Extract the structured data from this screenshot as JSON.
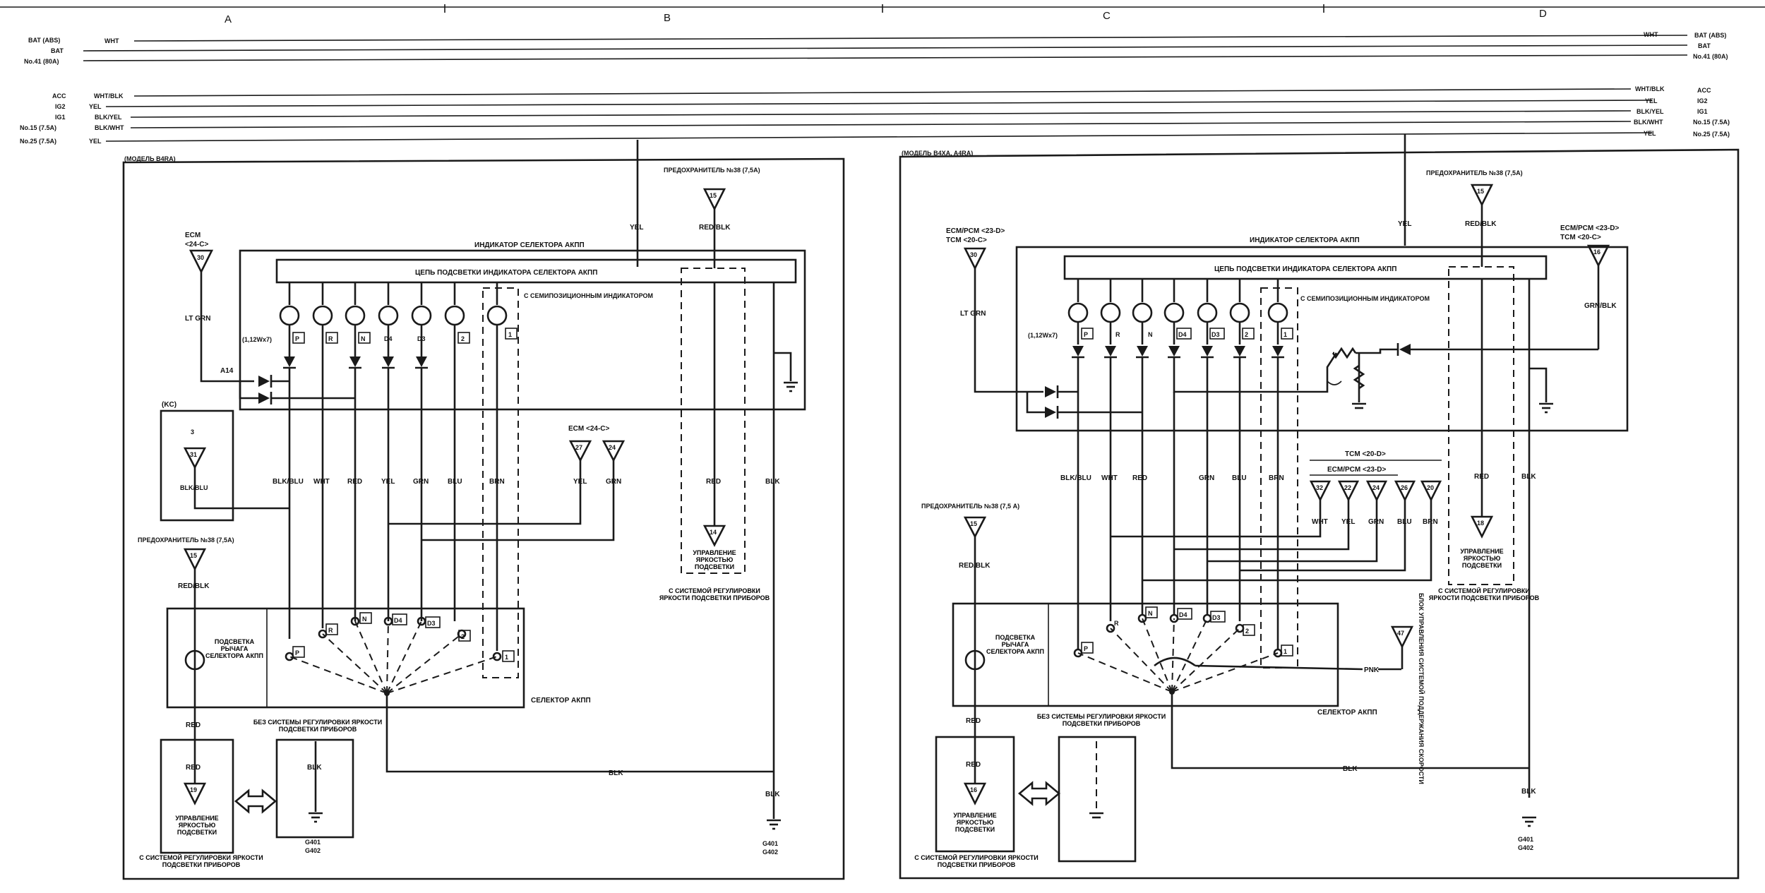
{
  "grid": {
    "columns": [
      "A",
      "B",
      "C",
      "D"
    ]
  },
  "supply_left": [
    {
      "name": "BAT (ABS)",
      "wire": "WHT"
    },
    {
      "name": "BAT",
      "wire": ""
    },
    {
      "name": "No.41 (80A)",
      "wire": ""
    },
    {
      "name": "ACC",
      "wire": "WHT/BLK"
    },
    {
      "name": "IG2",
      "wire": "YEL"
    },
    {
      "name": "IG1",
      "wire": "BLK/YEL"
    },
    {
      "name": "No.15 (7.5A)",
      "wire": "BLK/WHT"
    },
    {
      "name": "No.25 (7.5A)",
      "wire": "YEL"
    }
  ],
  "supply_right": [
    {
      "name": "BAT (ABS)",
      "wire": "WHT"
    },
    {
      "name": "BAT",
      "wire": ""
    },
    {
      "name": "No.41 (80A)",
      "wire": ""
    },
    {
      "name": "ACC",
      "wire": "WHT/BLK"
    },
    {
      "name": "IG2",
      "wire": "YEL"
    },
    {
      "name": "IG1",
      "wire": "BLK/YEL"
    },
    {
      "name": "No.15 (7.5A)",
      "wire": "BLK/WHT"
    },
    {
      "name": "No.25 (7.5A)",
      "wire": "YEL"
    }
  ],
  "left": {
    "model": "(МОДЕЛЬ B4RA)",
    "indicator_title": "ИНДИКАТОР СЕЛЕКТОРА АКПП",
    "illum_circuit": "ЦЕПЬ ПОДСВЕТКИ ИНДИКАТОРА СЕЛЕКТОРА АКПП",
    "seven_pos": "С СЕМИПОЗИЦИОННЫМ ИНДИКАТОРОМ",
    "bulb_rating": "(1,12Wx7)",
    "gears": [
      "P",
      "R",
      "N",
      "D4",
      "D3",
      "2",
      "1"
    ],
    "ecm_top": "ECM",
    "ecm_top_pin": "<24-C>",
    "ecm_top_term": "30",
    "lt_grn": "LT GRN",
    "a14": "A14",
    "kc": "(KC)",
    "kc_term_num": "3",
    "kc_term": "31",
    "kc_wire": "BLK/BLU",
    "wires_mid": [
      "BLK/BLU",
      "WHT",
      "RED",
      "YEL",
      "GRN",
      "BLU",
      "BRN"
    ],
    "ecm_mid": "ECM <24-C>",
    "ecm_mid_terms": [
      "27",
      "24"
    ],
    "ecm_mid_wires": [
      "YEL",
      "GRN"
    ],
    "fuse_top": "ПРЕДОХРАНИТЕЛЬ №38 (7,5A)",
    "fuse_top_term": "15",
    "fuse_top_wire": "RED/BLK",
    "yel": "YEL",
    "red": "RED",
    "blk": "BLK",
    "dimmer_term": "14",
    "dimmer": "УПРАВЛЕНИЕ ЯРКОСТЬЮ ПОДСВЕТКИ",
    "with_dimmer": "С СИСТЕМОЙ РЕГУЛИРОВКИ ЯРКОСТИ ПОДСВЕТКИ ПРИБОРОВ",
    "fuse_low": "ПРЕДОХРАНИТЕЛЬ №38 (7,5A)",
    "fuse_low_term": "15",
    "fuse_low_wire": "RED/BLK",
    "lever_illum": "ПОДСВЕТКА РЫЧАГА СЕЛЕКТОРА АКПП",
    "selector": "СЕЛЕКТОР АКПП",
    "sel_gears": [
      "P",
      "R",
      "N",
      "D4",
      "D3",
      "2",
      "1"
    ],
    "red_wire": "RED",
    "red_wire2": "RED",
    "dimmer2_term": "19",
    "dimmer2": "УПРАВЛЕНИЕ ЯРКОСТЬЮ ПОДСВЕТКИ",
    "with_dimmer2": "С СИСТЕМОЙ РЕГУЛИРОВКИ ЯРКОСТИ ПОДСВЕТКИ ПРИБОРОВ",
    "no_dimmer": "БЕЗ СИСТЕМЫ РЕГУЛИРОВКИ ЯРКОСТИ ПОДСВЕТКИ ПРИБОРОВ",
    "blk2": "BLK",
    "blk3": "BLK",
    "gnd": [
      "G401",
      "G402"
    ],
    "gnd2": [
      "G401",
      "G402"
    ],
    "blk_main": "BLK"
  },
  "right": {
    "model": "(МОДЕЛЬ B4XA, A4RA)",
    "indicator_title": "ИНДИКАТОР СЕЛЕКТОРА АКПП",
    "illum_circuit": "ЦЕПЬ ПОДСВЕТКИ ИНДИКАТОРА СЕЛЕКТОРА АКПП",
    "seven_pos": "С СЕМИПОЗИЦИОННЫМ ИНДИКАТОРОМ",
    "bulb_rating": "(1,12Wx7)",
    "gears": [
      "P",
      "R",
      "N",
      "D4",
      "D3",
      "2",
      "1"
    ],
    "ecm_left": [
      "ECM/PCM <23-D>",
      "TCM <20-C>"
    ],
    "ecm_left_term": "30",
    "lt_grn": "LT GRN",
    "ecm_right": [
      "ECM/PCM <23-D>",
      "TCM <20-C>"
    ],
    "ecm_right_term": "16",
    "grn_blk": "GRN/BLK",
    "fuse_top": "ПРЕДОХРАНИТЕЛЬ №38 (7,5A)",
    "fuse_top_term": "15",
    "fuse_top_wire": "RED/BLK",
    "yel": "YEL",
    "wires_mid": [
      "BLK/BLU",
      "WHT",
      "RED",
      "GRN",
      "BLU",
      "BRN"
    ],
    "tcm": "TCM <20-D>",
    "ecm_pcm": "ECM/PCM <23-D>",
    "tcm_terms": [
      "32",
      "22",
      "24",
      "26",
      "20"
    ],
    "tcm_wires": [
      "WHT",
      "YEL",
      "GRN",
      "BLU",
      "BRN"
    ],
    "red": "RED",
    "blk": "BLK",
    "dimmer_term": "18",
    "dimmer": "УПРАВЛЕНИЕ ЯРКОСТЬЮ ПОДСВЕТКИ",
    "with_dimmer": "С СИСТЕМОЙ РЕГУЛИРОВКИ ЯРКОСТИ ПОДСВЕТКИ ПРИБОРОВ",
    "fuse_low": "ПРЕДОХРАНИТЕЛЬ №38 (7,5 A)",
    "fuse_low_term": "15",
    "fuse_low_wire": "RED/BLK",
    "lever_illum": "ПОДСВЕТКА РЫЧАГА СЕЛЕКТОРА АКПП",
    "selector": "СЕЛЕКТОР АКПП",
    "sel_gears": [
      "P",
      "R",
      "N",
      "D4",
      "D3",
      "2",
      "1"
    ],
    "pnk": "PNK",
    "ecu_speed": "БЛОК УПРАВЛЕНИЯ СИСТЕМОЙ ПОДДЕРЖАНИЯ СКОРОСТИ",
    "ecu_term": "47",
    "red_wire": "RED",
    "red_wire2": "RED",
    "dimmer2_term": "16",
    "dimmer2": "УПРАВЛЕНИЕ ЯРКОСТЬЮ ПОДСВЕТКИ",
    "with_dimmer2": "С СИСТЕМОЙ РЕГУЛИРОВКИ ЯРКОСТИ ПОДСВЕТКИ ПРИБОРОВ",
    "no_dimmer": "БЕЗ СИСТЕМЫ РЕГУЛИРОВКИ ЯРКОСТИ ПОДСВЕТКИ ПРИБОРОВ",
    "blk_main": "BLK",
    "blk2": "BLK",
    "gnd": [
      "G401",
      "G402"
    ]
  }
}
